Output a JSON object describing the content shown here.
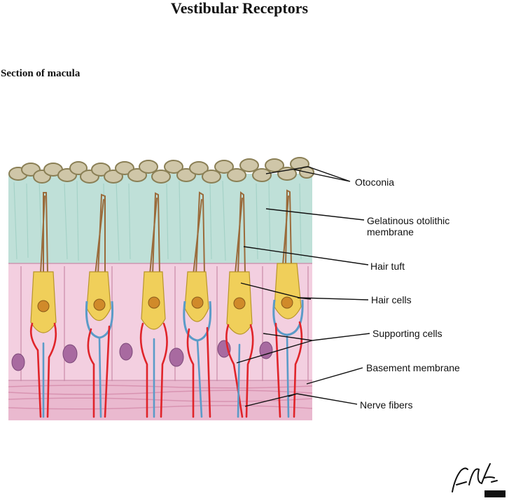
{
  "title": "Vestibular Receptors",
  "subtitle": "Section of macula",
  "labels": {
    "otoconia": "Otoconia",
    "gelatinous_line1": "Gelatinous otolithic",
    "gelatinous_line2": "membrane",
    "hair_tuft": "Hair tuft",
    "hair_cells": "Hair cells",
    "supporting_cells": "Supporting cells",
    "basement_membrane": "Basement membrane",
    "nerve_fibers": "Nerve fibers"
  },
  "signature": {
    "name": "F. Netter M.D.",
    "mark": "ICON"
  },
  "colors": {
    "otoconia_fill": "#cfc6a8",
    "otoconia_stroke": "#8a7f55",
    "gelatinous": "#bfe0d8",
    "epithelium": "#f3cfe0",
    "cell_outline": "#c98aa8",
    "hair_cell": "#f0cf5a",
    "nucleus": "#d08a2a",
    "support_nucleus": "#a86aa0",
    "nerve_red": "#e0242a",
    "nerve_blue": "#5b9bc8",
    "tuft": "#9a6a3a",
    "basement": "#e2a8c0"
  }
}
